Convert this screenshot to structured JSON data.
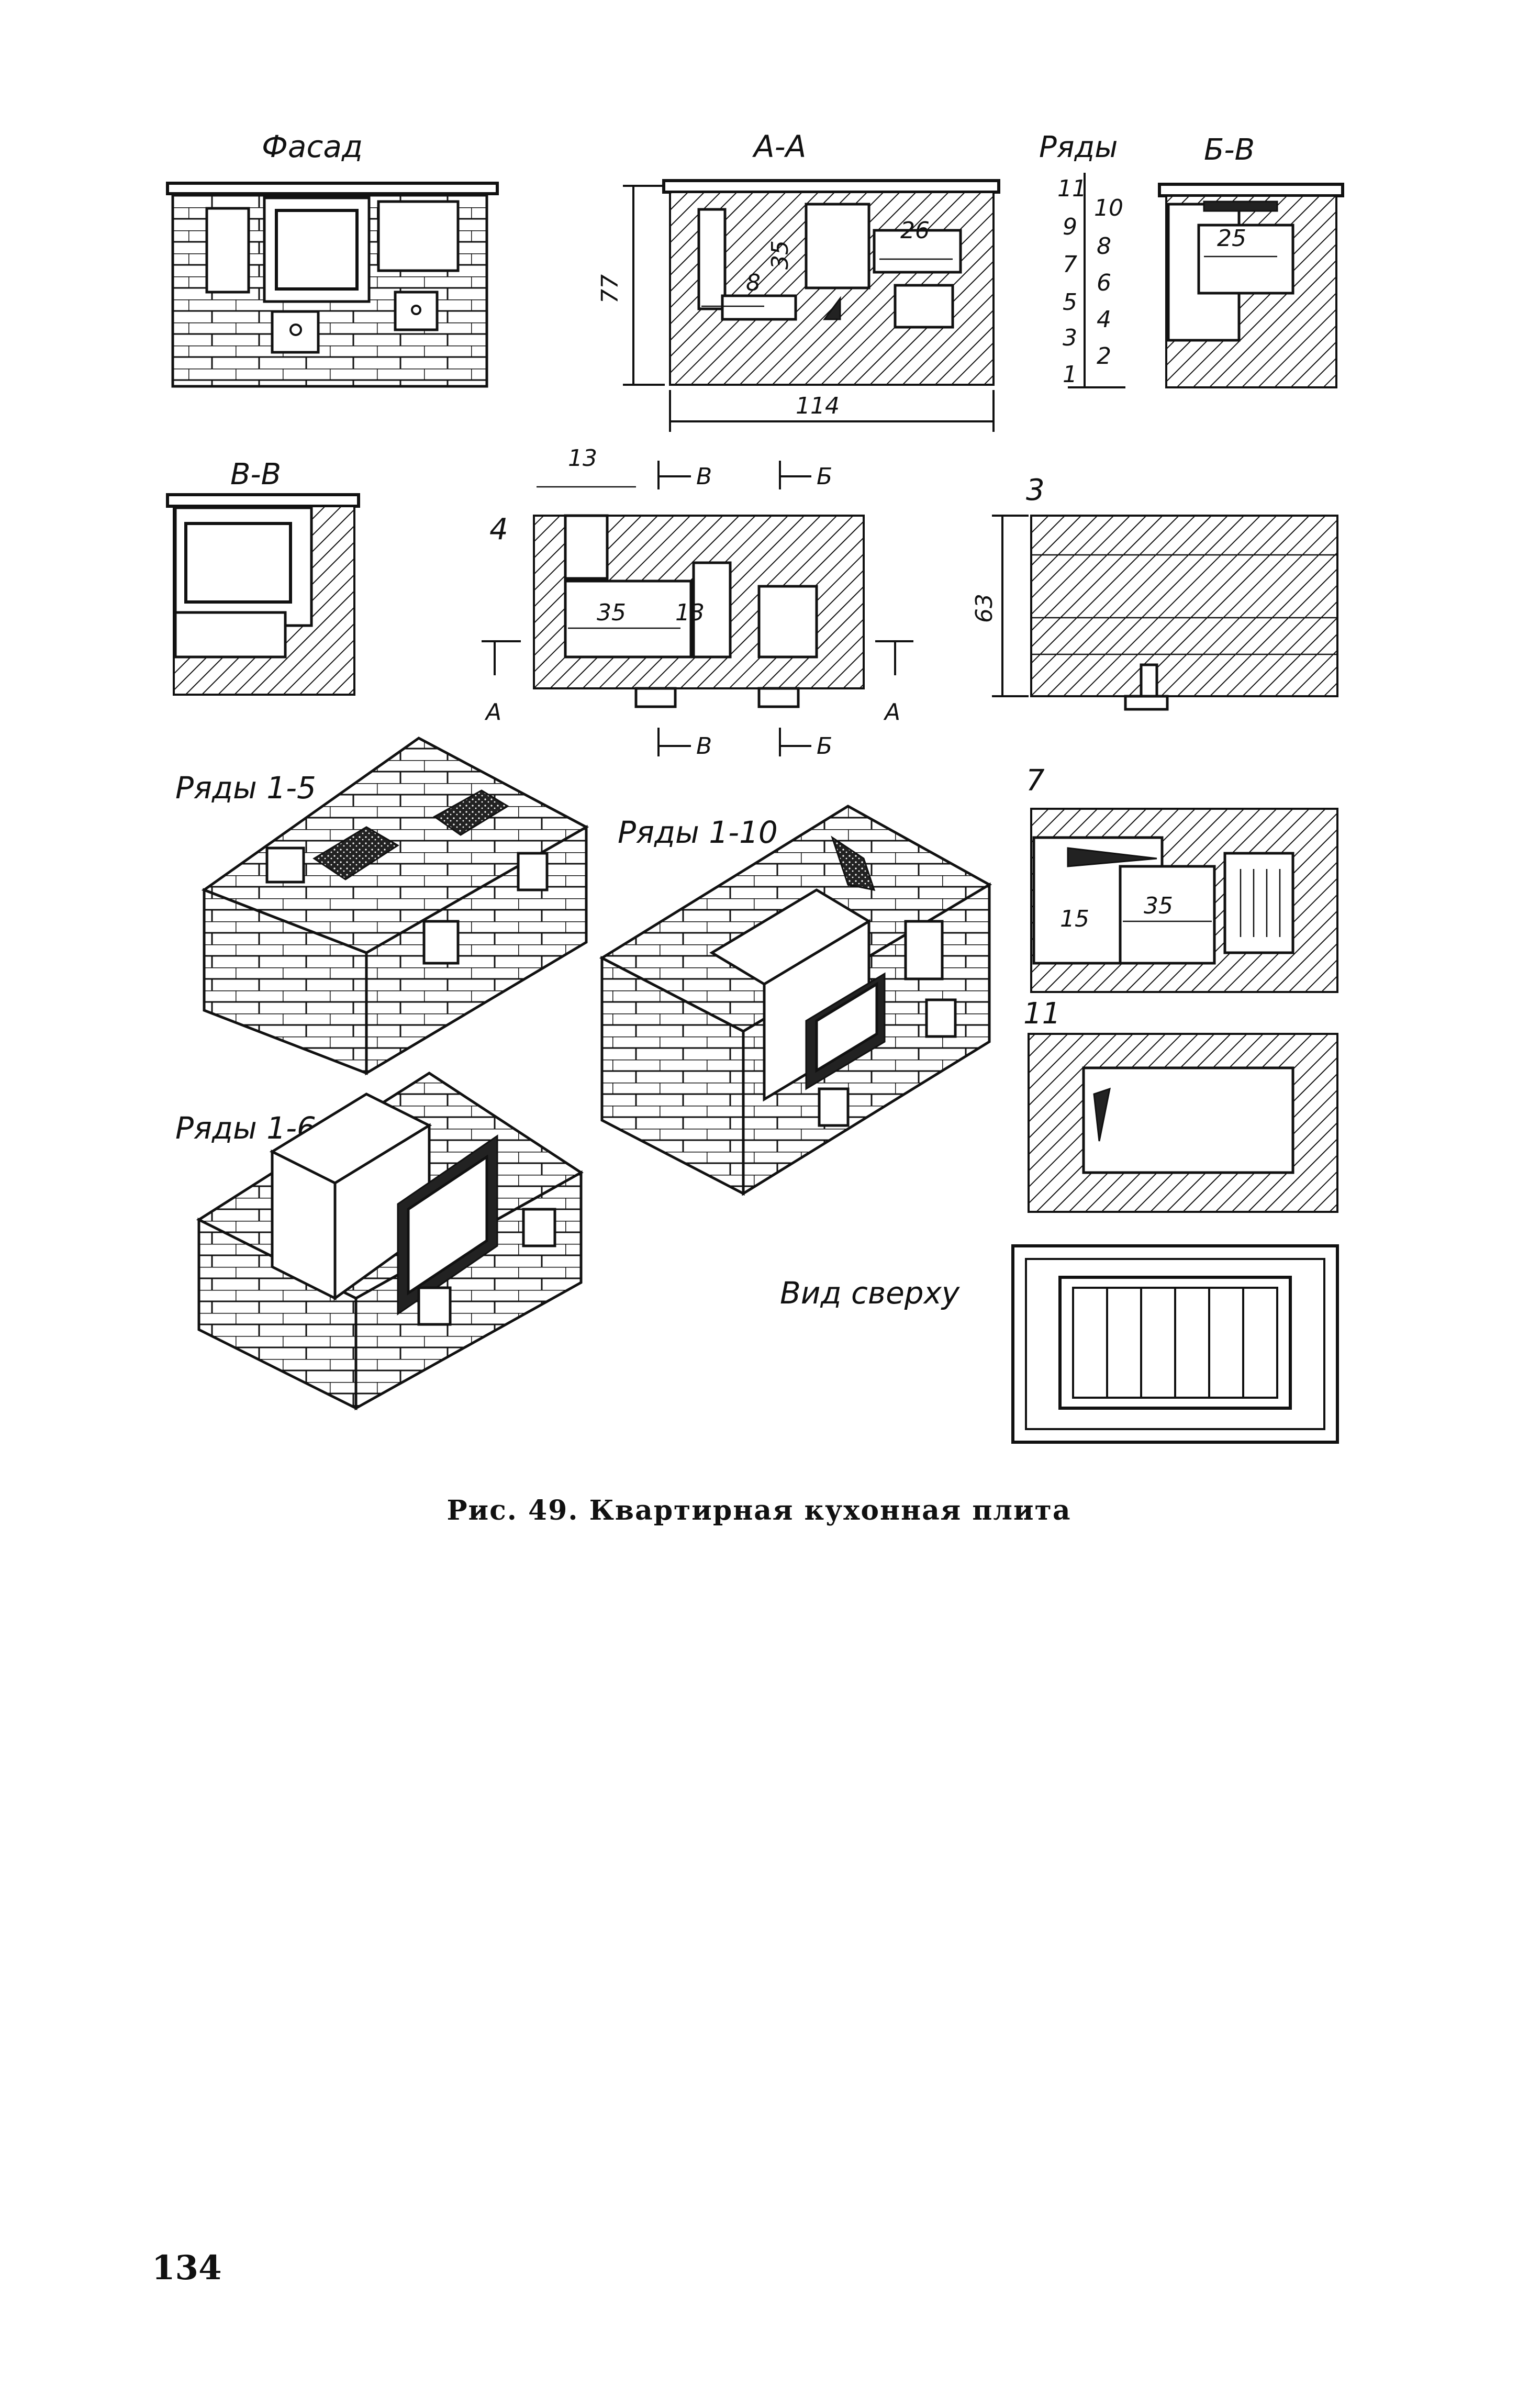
{
  "views": {
    "facade": "Фасад",
    "section_aa": "А-А",
    "rows": "Ряды",
    "section_bv": "Б-В",
    "section_vv": "В-В",
    "plan4": "4",
    "plan3": "3",
    "plan7": "7",
    "plan11": "11",
    "iso_rows_1_5": "Ряды 1-5",
    "iso_rows_1_10": "Ряды 1-10",
    "iso_rows_1_6": "Ряды 1-6",
    "top_view": "Вид сверху"
  },
  "dimensions": {
    "height_77": "77",
    "width_114": "114",
    "d35_aa": "35",
    "d26": "26",
    "d8": "8",
    "d25": "25",
    "d13_top": "13",
    "d35_plan": "35",
    "d13_plan": "13",
    "d63": "63",
    "d15": "15",
    "d35_p7": "35"
  },
  "cut_marks": {
    "v1": "В",
    "b1": "Б",
    "v2": "В",
    "b2": "Б",
    "a1": "А",
    "a2": "А"
  },
  "rows_scale": {
    "left": [
      "11",
      "9",
      "7",
      "5",
      "3",
      "1"
    ],
    "right": [
      "10",
      "8",
      "6",
      "4",
      "2"
    ]
  },
  "caption": "Рис. 49. Квартирная кухонная плита",
  "page_number": "134"
}
